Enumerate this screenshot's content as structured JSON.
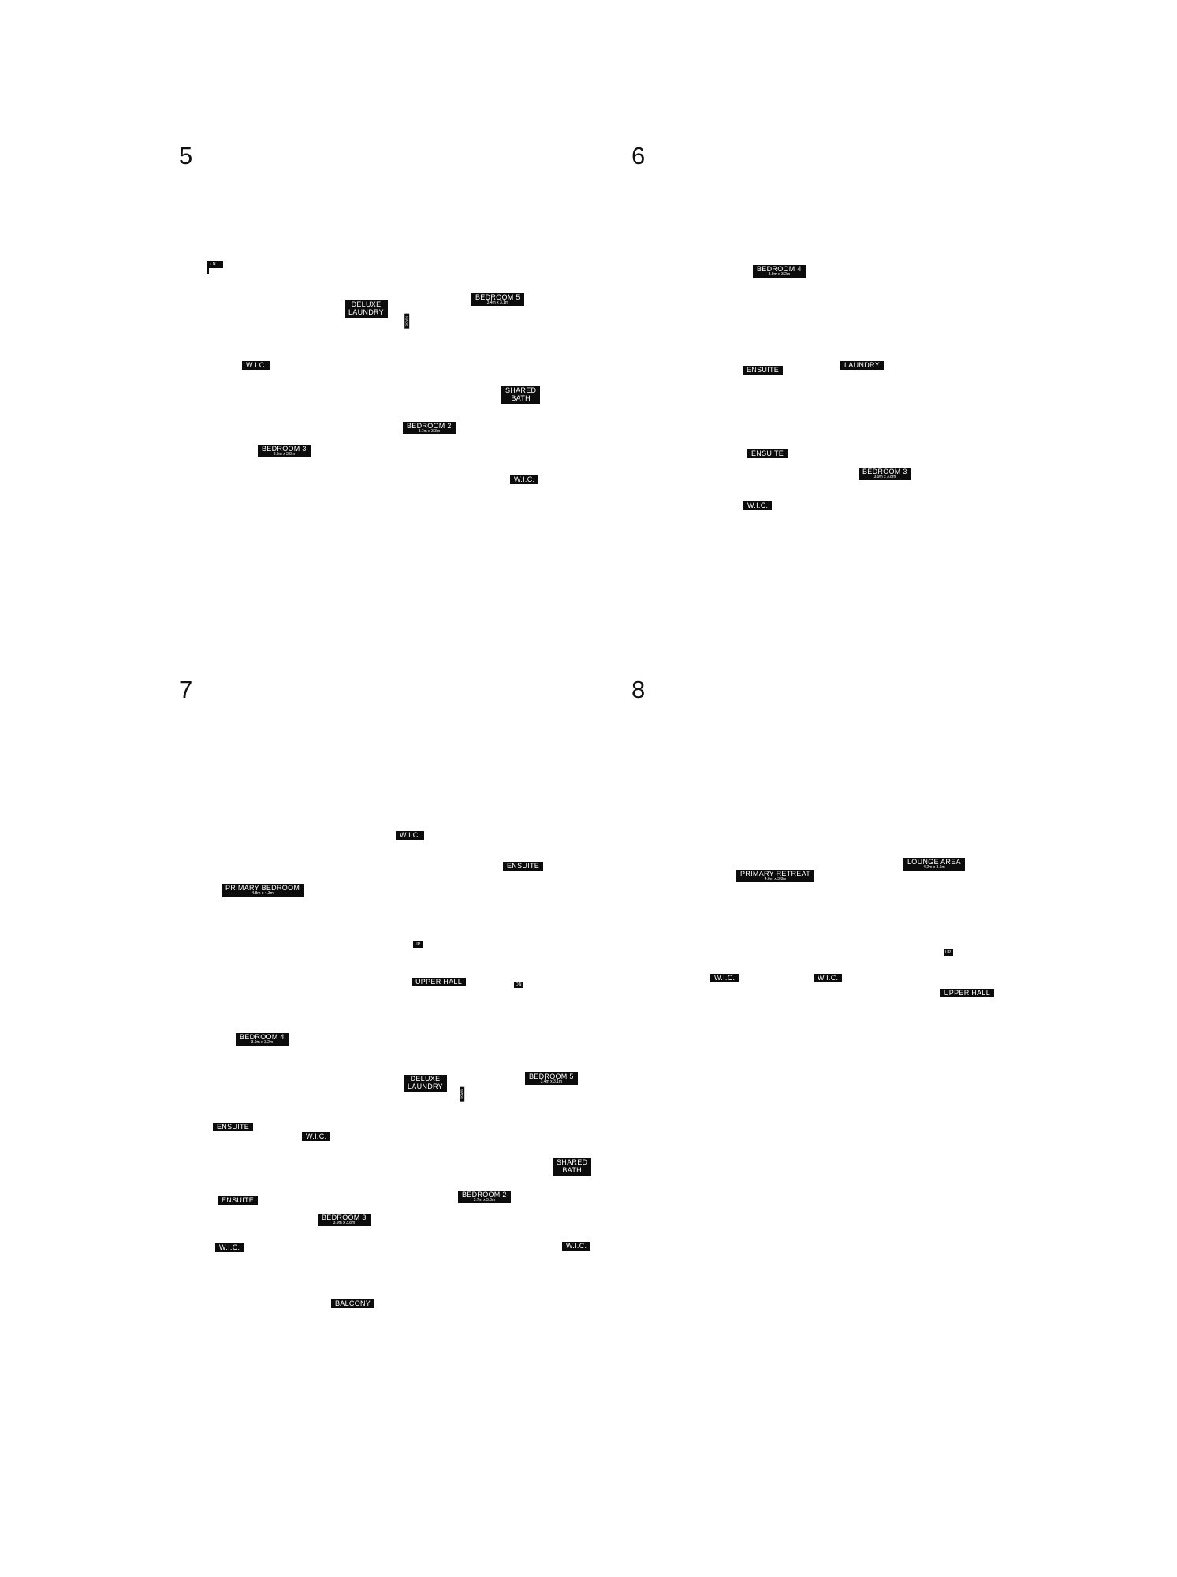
{
  "panels": {
    "p5": {
      "number": "5",
      "flag_text": "↑ N",
      "labels": {
        "deluxe_laundry": "DELUXE\nLAUNDRY",
        "bedroom5": "BEDROOM 5",
        "bedroom5_dim": "3.4m x 3.1m",
        "stair": "DOWN",
        "wic_left": "W.I.C.",
        "shared_bath": "SHARED\nBATH",
        "bedroom2": "BEDROOM 2",
        "bedroom2_dim": "3.7m x 3.3m",
        "bedroom3": "BEDROOM 3",
        "bedroom3_dim": "3.9m x 3.8m",
        "wic_right": "W.I.C."
      }
    },
    "p6": {
      "number": "6",
      "labels": {
        "bedroom4": "BEDROOM 4",
        "bedroom4_dim": "3.9m x 3.2m",
        "ensuite1": "ENSUITE",
        "laundry": "LAUNDRY",
        "ensuite2": "ENSUITE",
        "bedroom3": "BEDROOM 3",
        "bedroom3_dim": "3.9m x 3.8m",
        "wic": "W.I.C."
      }
    },
    "p7": {
      "number": "7",
      "labels": {
        "wic_top": "W.I.C.",
        "ensuite_top": "ENSUITE",
        "primary_bedroom": "PRIMARY BEDROOM",
        "primary_bedroom_dim": "4.8m x 4.3m",
        "up": "UP",
        "upper_hall": "UPPER HALL",
        "dn": "DN",
        "bedroom4": "BEDROOM 4",
        "bedroom4_dim": "3.9m x 3.2m",
        "deluxe_laundry": "DELUXE\nLAUNDRY",
        "bedroom5": "BEDROOM 5",
        "bedroom5_dim": "3.4m x 3.1m",
        "stair": "DOWN",
        "ensuite_left": "ENSUITE",
        "wic_mid": "W.I.C.",
        "shared_bath": "SHARED\nBATH",
        "ensuite_lower": "ENSUITE",
        "bedroom2": "BEDROOM 2",
        "bedroom2_dim": "3.7m x 3.3m",
        "bedroom3": "BEDROOM 3",
        "bedroom3_dim": "3.9m x 3.8m",
        "wic_left": "W.I.C.",
        "wic_right": "W.I.C.",
        "balcony": "BALCONY"
      }
    },
    "p8": {
      "number": "8",
      "labels": {
        "lounge_area": "LOUNGE AREA",
        "lounge_area_dim": "4.2m x 3.6m",
        "primary_retreat": "PRIMARY RETREAT",
        "primary_retreat_dim": "4.6m x 3.8m",
        "up": "UP",
        "wic_left": "W.I.C.",
        "wic_right": "W.I.C.",
        "upper_hall": "UPPER HALL"
      }
    }
  }
}
